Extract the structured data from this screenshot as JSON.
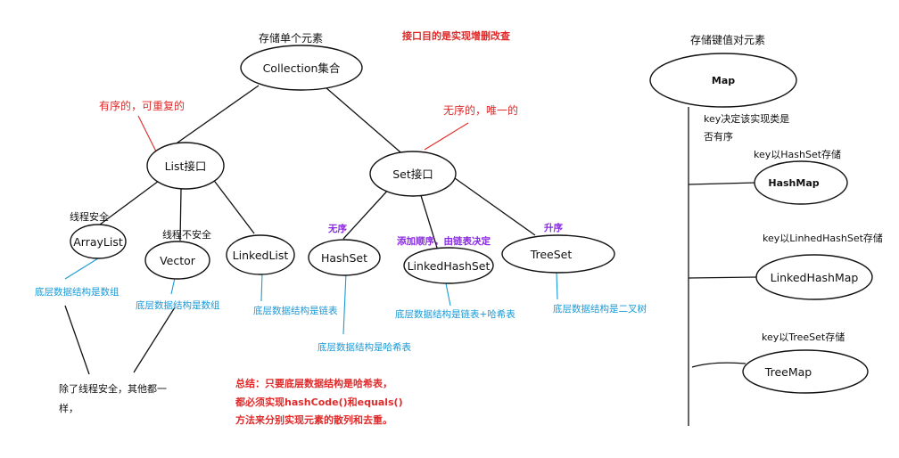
{
  "titles": {
    "single": "存储单个元素",
    "interface_purpose": "接口目的是实现增删改查",
    "map_title": "存储键值对元素"
  },
  "nodes": {
    "collection": "Collection集合",
    "list": "List接口",
    "set": "Set接口",
    "arraylist": "ArrayList",
    "vector": "Vector",
    "linkedlist": "LinkedList",
    "hashset": "HashSet",
    "linkedhashset": "LinkedHashSet",
    "treeset": "TreeSet",
    "map": "Map",
    "hashmap": "HashMap",
    "linkedhashmap": "LinkedHashMap",
    "treemap": "TreeMap"
  },
  "notes": {
    "list_note": "有序的，可重复的",
    "set_note": "无序的，唯一的",
    "thread_safe": "线程安全",
    "thread_unsafe": "线程不安全",
    "unordered": "无序",
    "insert_order": "添加顺序，由链表决定",
    "ascending": "升序",
    "arraylist_struct": "底层数据结构是数组",
    "vector_struct": "底层数据结构是数组",
    "linkedlist_struct": "底层数据结构是链表",
    "hashset_struct": "底层数据结构是哈希表",
    "linkedhashset_struct": "底层数据结构是链表+哈希表",
    "treeset_struct": "底层数据结构是二叉树",
    "same_line1": "除了线程安全，其他都一",
    "same_line2": "样，",
    "summary_line1": "总结：只要底层数据结构是哈希表，",
    "summary_line2": "都必须实现hashCode()和equals()",
    "summary_line3": "方法来分别实现元素的散列和去重。",
    "key_decides_1": "key决定该实现类是",
    "key_decides_2": "否有序",
    "key_hashset": "key以HashSet存储",
    "key_linkedhashset": "key以LinhedHashSet存储",
    "key_treeset": "key以TreeSet存储"
  }
}
